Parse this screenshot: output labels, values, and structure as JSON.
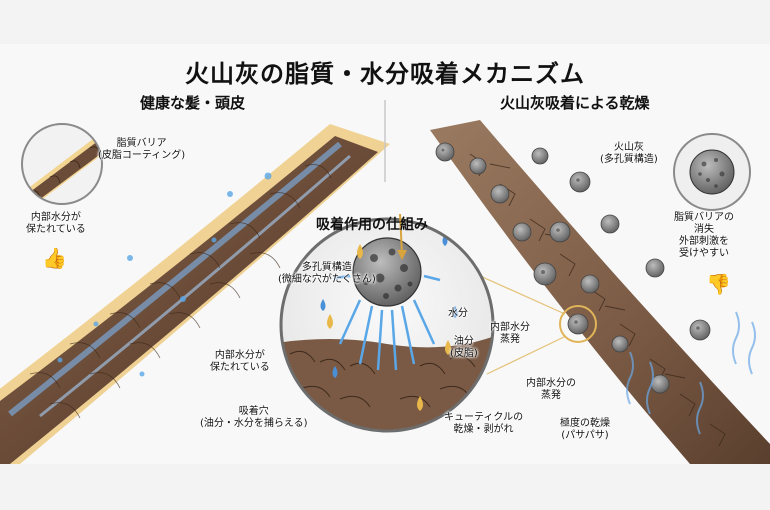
{
  "title": "火山灰の脂質・水分吸着メカニズム",
  "left": {
    "heading": "健康な髪・頭皮",
    "inset_label_1": "脂質バリア",
    "inset_label_2": "(皮脂コーティング)",
    "moisture_label_1": "内部水分が",
    "moisture_label_2": "保たれている",
    "main_label_1": "内部水分が",
    "main_label_2": "保たれている",
    "good_icon": "thumbs-up-icon"
  },
  "center": {
    "heading": "吸着作用の仕組み",
    "porous_1": "多孔質構造",
    "porous_2": "(微細な穴がたくさん)",
    "water": "水分",
    "oil_1": "油分",
    "oil_2": "(皮脂)",
    "pore_1": "吸着穴",
    "pore_2": "(油分・水分を捕らえる)",
    "cuticle_1": "キューティクルの",
    "cuticle_2": "乾燥・剥がれ"
  },
  "right": {
    "heading": "火山灰吸着による乾燥",
    "ash_1": "火山灰",
    "ash_2": "(多孔質構造)",
    "barrier_1": "脂質バリアの",
    "barrier_2": "消失",
    "barrier_3": "外部刺激を",
    "barrier_4": "受けやすい",
    "evap_1": "内部水分",
    "evap_2": "蒸発",
    "evap2_1": "内部水分の",
    "evap2_2": "蒸発",
    "dry_1": "極度の乾燥",
    "dry_2": "(パサパサ)",
    "bad_icon": "thumbs-down-icon"
  },
  "colors": {
    "hair_brown": "#7a5a44",
    "oil_gold": "#e8b84a",
    "water_blue": "#4a90d9",
    "ash_gray": "#8a8a8a"
  }
}
